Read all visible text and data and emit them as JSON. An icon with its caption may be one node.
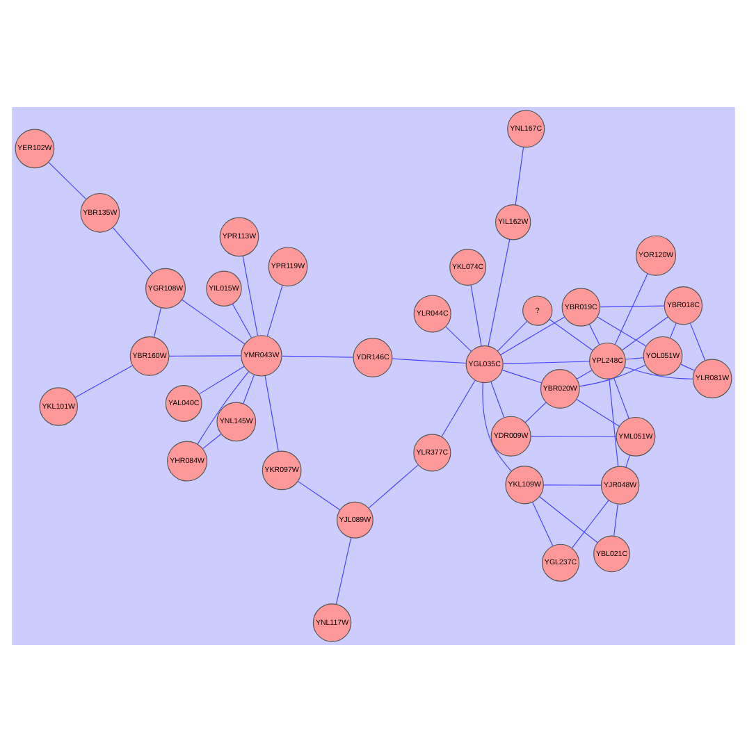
{
  "diagram": {
    "nodes": [
      {
        "text": [
          "YOR120W"
        ]
      },
      {
        "text": [
          "YJR048W"
        ]
      },
      {
        "text": [
          "YPL248C"
        ]
      },
      {
        "text": [
          "YGL237C"
        ]
      },
      {
        "text": [
          "YKL109W"
        ]
      },
      {
        "text": [
          "YLR081W"
        ]
      },
      {
        "text": [
          "YBL021C"
        ]
      },
      {
        "text": [
          "YOL051W"
        ]
      },
      {
        "text": [
          "YML051W"
        ]
      },
      {
        "text": [
          "YBR018C"
        ]
      },
      {
        "text": [
          "YKL074C"
        ]
      },
      {
        "text": [
          "YLR044C"
        ]
      },
      {
        "text": [
          "YBR020W"
        ]
      },
      {
        "text": [
          "YBR019C"
        ]
      },
      {
        "text": [
          "YDR009W"
        ]
      },
      {
        "text": [
          "?"
        ]
      },
      {
        "text": [
          "YGL035C"
        ]
      },
      {
        "text": [
          "YER102W"
        ]
      },
      {
        "text": [
          "YPR119W"
        ]
      },
      {
        "text": [
          "YAL040C"
        ]
      },
      {
        "text": [
          "YPR113W"
        ]
      },
      {
        "text": [
          "YIL015W"
        ]
      },
      {
        "text": [
          "YBR135W"
        ]
      },
      {
        "text": [
          "YIL162W"
        ]
      },
      {
        "text": [
          "YNL167C"
        ]
      },
      {
        "text": [
          "YGR108W"
        ]
      },
      {
        "text": [
          "YDR146C"
        ]
      },
      {
        "text": [
          "YMR043W"
        ]
      },
      {
        "text": [
          "YLR377C"
        ]
      },
      {
        "text": [
          "YBR160W"
        ]
      },
      {
        "text": [
          "YJL089W"
        ]
      },
      {
        "text": [
          "YKR097W"
        ]
      },
      {
        "text": [
          "YKL101W"
        ]
      },
      {
        "text": [
          "YHR084W"
        ]
      },
      {
        "text": [
          "YNL117W"
        ]
      },
      {
        "text": [
          "YNL145W"
        ]
      }
    ],
    "edges": [
      {
        "from": 0,
        "to": 2,
        "arrow": "none"
      },
      {
        "from": 1,
        "to": 2,
        "arrow": "none"
      },
      {
        "from": 3,
        "to": 1,
        "arrow": "none"
      },
      {
        "from": 4,
        "to": 1,
        "arrow": "none"
      },
      {
        "from": 6,
        "to": 1,
        "arrow": "none"
      },
      {
        "from": 4,
        "to": 3,
        "arrow": "none"
      },
      {
        "from": 6,
        "to": 4,
        "arrow": "none"
      },
      {
        "from": 4,
        "to": 16,
        "arrow": "none"
      },
      {
        "from": 2,
        "to": 5,
        "arrow": "none"
      },
      {
        "from": 2,
        "to": 7,
        "arrow": "none"
      },
      {
        "from": 5,
        "to": 7,
        "arrow": "none"
      },
      {
        "from": 5,
        "to": 9,
        "arrow": "none"
      },
      {
        "from": 2,
        "to": 9,
        "arrow": "none"
      },
      {
        "from": 7,
        "to": 9,
        "arrow": "none"
      },
      {
        "from": 7,
        "to": 13,
        "arrow": "none"
      },
      {
        "from": 9,
        "to": 13,
        "arrow": "none"
      },
      {
        "from": 2,
        "to": 13,
        "arrow": "none"
      },
      {
        "from": 2,
        "to": 16,
        "arrow": "none"
      },
      {
        "from": 2,
        "to": 15,
        "arrow": "none"
      },
      {
        "from": 2,
        "to": 12,
        "arrow": "none"
      },
      {
        "from": 2,
        "to": 8,
        "arrow": "none"
      },
      {
        "from": 8,
        "to": 1,
        "arrow": "none"
      },
      {
        "from": 7,
        "to": 12,
        "arrow": "none"
      },
      {
        "from": 8,
        "to": 12,
        "arrow": "none"
      },
      {
        "from": 8,
        "to": 14,
        "arrow": "none"
      },
      {
        "from": 12,
        "to": 14,
        "arrow": "none"
      },
      {
        "from": 12,
        "to": 16,
        "arrow": "none"
      },
      {
        "from": 14,
        "to": 16,
        "arrow": "none"
      },
      {
        "from": 15,
        "to": 16,
        "arrow": "none"
      },
      {
        "from": 13,
        "to": 16,
        "arrow": "none"
      },
      {
        "from": 16,
        "to": 10,
        "arrow": "none"
      },
      {
        "from": 16,
        "to": 11,
        "arrow": "none"
      },
      {
        "from": 16,
        "to": 23,
        "arrow": "none"
      },
      {
        "from": 23,
        "to": 24,
        "arrow": "none"
      },
      {
        "from": 16,
        "to": 28,
        "arrow": "none"
      },
      {
        "from": 16,
        "to": 26,
        "arrow": "none"
      },
      {
        "from": 26,
        "to": 27,
        "arrow": "none"
      },
      {
        "from": 18,
        "to": 27,
        "arrow": "none"
      },
      {
        "from": 19,
        "to": 27,
        "arrow": "none"
      },
      {
        "from": 20,
        "to": 27,
        "arrow": "none"
      },
      {
        "from": 21,
        "to": 27,
        "arrow": "none"
      },
      {
        "from": 17,
        "to": 22,
        "arrow": "none"
      },
      {
        "from": 22,
        "to": 25,
        "arrow": "none"
      },
      {
        "from": 25,
        "to": 29,
        "arrow": "none"
      },
      {
        "from": 29,
        "to": 32,
        "arrow": "none"
      },
      {
        "from": 27,
        "to": 25,
        "arrow": "none"
      },
      {
        "from": 27,
        "to": 29,
        "arrow": "none"
      },
      {
        "from": 27,
        "to": 31,
        "arrow": "none"
      },
      {
        "from": 28,
        "to": 30,
        "arrow": "none"
      },
      {
        "from": 30,
        "to": 31,
        "arrow": "none"
      },
      {
        "from": 30,
        "to": 34,
        "arrow": "none"
      },
      {
        "from": 27,
        "to": 33,
        "arrow": "none"
      },
      {
        "from": 27,
        "to": 35,
        "arrow": "none"
      },
      {
        "from": 33,
        "to": 35,
        "arrow": "none"
      }
    ]
  }
}
